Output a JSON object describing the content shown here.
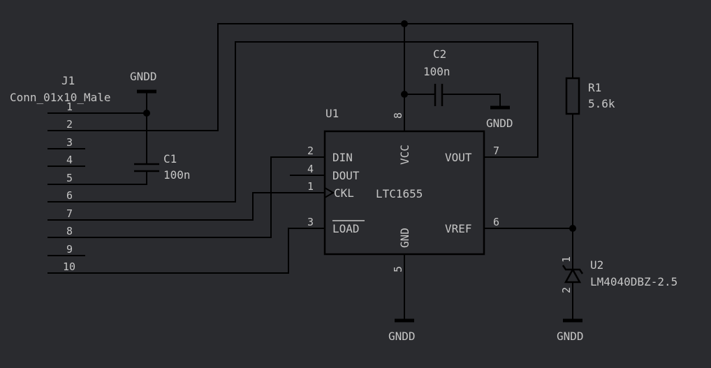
{
  "components": {
    "j1": {
      "ref": "J1",
      "value": "Conn_01x10_Male",
      "pins": [
        "1",
        "2",
        "3",
        "4",
        "5",
        "6",
        "7",
        "8",
        "9",
        "10"
      ]
    },
    "u1": {
      "ref": "U1",
      "value": "LTC1655",
      "pins": {
        "din": {
          "name": "DIN",
          "num": "2"
        },
        "dout": {
          "name": "DOUT",
          "num": "4"
        },
        "ckl": {
          "name": "CKL",
          "num": "1"
        },
        "load": {
          "name": "LOAD",
          "num": "3"
        },
        "vcc": {
          "name": "VCC",
          "num": "8"
        },
        "gnd": {
          "name": "GND",
          "num": "5"
        },
        "vout": {
          "name": "VOUT",
          "num": "7"
        },
        "vref": {
          "name": "VREF",
          "num": "6"
        }
      }
    },
    "c1": {
      "ref": "C1",
      "value": "100n"
    },
    "c2": {
      "ref": "C2",
      "value": "100n"
    },
    "r1": {
      "ref": "R1",
      "value": "5.6k"
    },
    "u2": {
      "ref": "U2",
      "value": "LM4040DBZ-2.5",
      "pin1": "1",
      "pin2": "2"
    }
  },
  "power": {
    "gndd": "GNDD"
  },
  "colors": {
    "background": "#2a2b2f",
    "wire": "#000000",
    "text": "#c6c6c6"
  }
}
